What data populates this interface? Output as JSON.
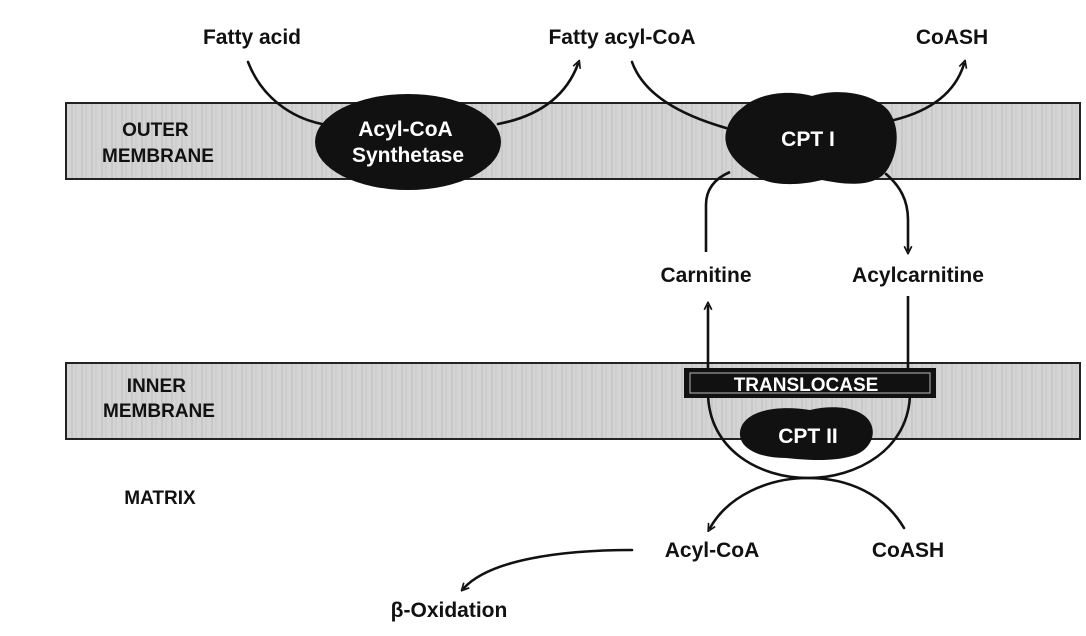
{
  "compartments": {
    "outer_membrane": [
      "OUTER",
      "MEMBRANE"
    ],
    "inner_membrane": [
      "INNER",
      "MEMBRANE"
    ],
    "matrix": "MATRIX"
  },
  "enzymes": {
    "acyl_coa_synthetase": [
      "Acyl-CoA",
      "Synthetase"
    ],
    "cpt1": "CPT I",
    "translocase": "TRANSLOCASE",
    "cpt2": "CPT II"
  },
  "metabolites": {
    "fatty_acid": "Fatty acid",
    "fatty_acyl_coa": "Fatty acyl-CoA",
    "coash_outer": "CoASH",
    "carnitine": "Carnitine",
    "acylcarnitine": "Acylcarnitine",
    "acyl_coa": "Acyl-CoA",
    "coash_matrix": "CoASH",
    "beta_oxidation": "β-Oxidation"
  },
  "colors": {
    "membrane_fill": "#d4d4d4",
    "enzyme_fill": "#111111",
    "text": "#111111",
    "enzyme_text": "#ffffff"
  }
}
